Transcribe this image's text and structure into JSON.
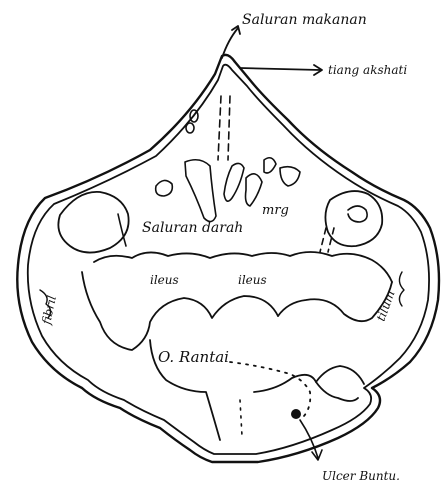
{
  "labels": {
    "top_right_1": "Saluran makanan",
    "top_right_2": "tiang akshati",
    "center": "Saluran darah",
    "right_mid": "mrg",
    "left_side": "fibril",
    "right_side": "tilum",
    "ileus_left": "ileus",
    "ileus_right": "ileus",
    "lower": "O. Rantai",
    "bottom": "Ulcer Buntu."
  },
  "colors": {
    "ink": "#111111",
    "paper": "#ffffff"
  }
}
